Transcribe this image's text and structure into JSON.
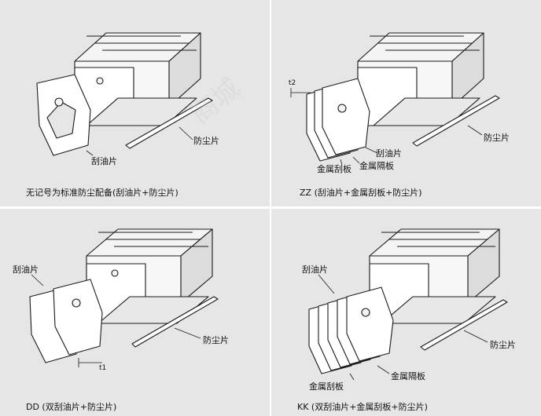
{
  "panels": [
    {
      "id": "standard",
      "caption": "无记号为标准防尘配备(刮油片+防尘片)",
      "labels": {
        "wiper": "刮油片",
        "dust_strip": "防尘片"
      }
    },
    {
      "id": "zz",
      "caption": "ZZ (刮油片+金属刮板+防尘片)",
      "labels": {
        "wiper": "刮油片",
        "dust_strip": "防尘片",
        "scraper": "金属刮板",
        "spacer": "金属隔板"
      },
      "dimension": "t2"
    },
    {
      "id": "dd",
      "caption": "DD (双刮油片+防尘片)",
      "labels": {
        "wiper": "刮油片",
        "dust_strip": "防尘片"
      },
      "dimension": "t1"
    },
    {
      "id": "kk",
      "caption": "KK (双刮油片+金属刮板+防尘片)",
      "labels": {
        "wiper": "刮油片",
        "dust_strip": "防尘片",
        "scraper": "金属刮板",
        "spacer": "金属隔板"
      }
    }
  ],
  "watermark": "商城",
  "colors": {
    "panel_bg": "#e6e6e6",
    "separator": "#ffffff",
    "line": "#1a1a1a",
    "block_face": "#f2f2f2"
  }
}
